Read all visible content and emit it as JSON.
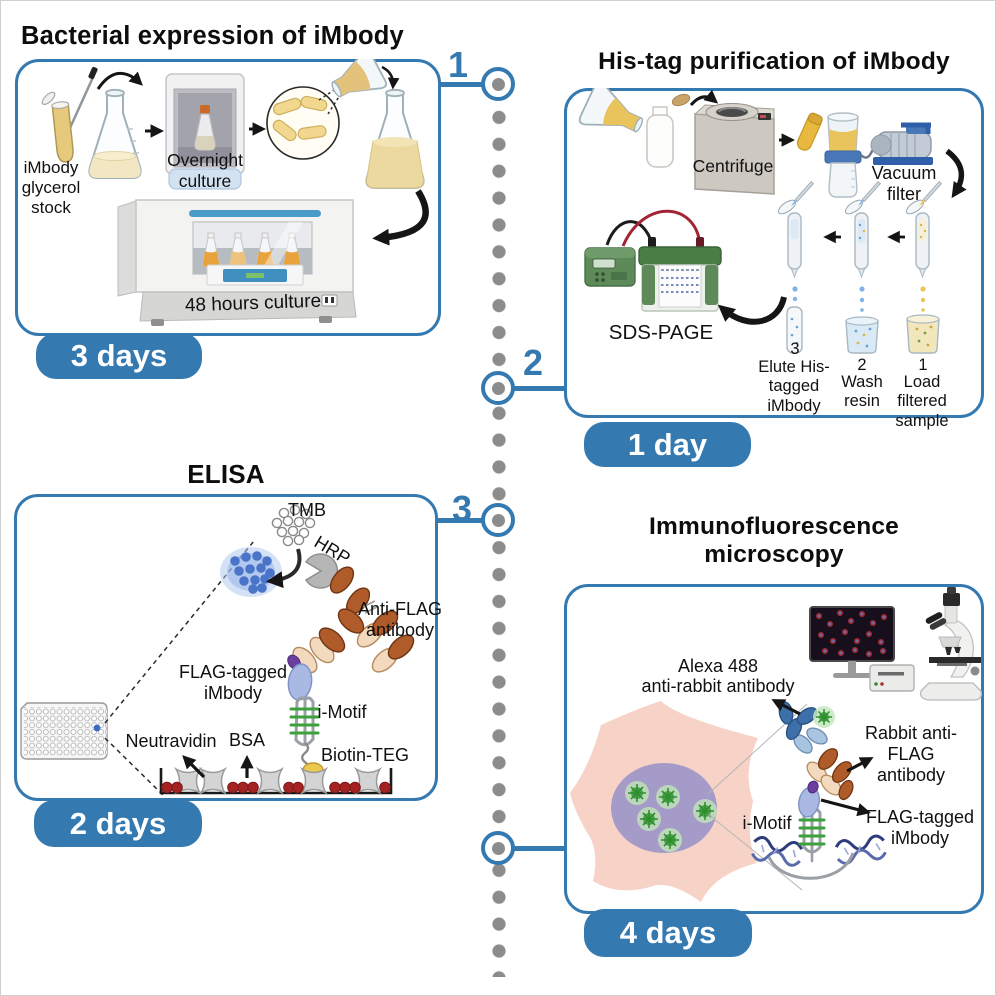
{
  "colors": {
    "accent_blue": "#3579b1",
    "timeline_dot_gray": "#8c8c8c",
    "badge_text": "#ffffff"
  },
  "timeline": {
    "step1": "1",
    "step2": "2",
    "step3": "3"
  },
  "p1": {
    "title": "Bacterial expression of iMbody",
    "duration": "3 days",
    "label_glycerol": "iMbody glycerol stock",
    "label_overnight": "Overnight culture",
    "label_48h": "48 hours culture"
  },
  "p2": {
    "title": "His-tag purification of iMbody",
    "duration": "1 day",
    "label_centrifuge": "Centrifuge",
    "label_vacuum": "Vacuum filter",
    "label_sds": "SDS-PAGE",
    "col3_number": "3",
    "col3_label": "Elute His-tagged iMbody",
    "col2_number": "2",
    "col2_label": "Wash resin",
    "col1_number": "1",
    "col1_label": "Load filtered sample"
  },
  "p3": {
    "title": "ELISA",
    "duration": "2 days",
    "label_tmb": "TMB",
    "label_hrp": "HRP",
    "label_antiflag": "Anti-FLAG antibody",
    "label_flagtagged": "FLAG-tagged iMbody",
    "label_imotif": "i-Motif",
    "label_biotin": "Biotin-TEG",
    "label_neutravidin": "Neutravidin",
    "label_bsa": "BSA"
  },
  "p4": {
    "title": "Immunofluorescence microscopy",
    "duration": "4 days",
    "label_alexa_line1": "Alexa 488",
    "label_alexa_line2": "anti-rabbit antibody",
    "label_rabbit": "Rabbit anti-FLAG antibody",
    "label_flagtagged": "FLAG-tagged iMbody",
    "label_imotif": "i-Motif"
  }
}
